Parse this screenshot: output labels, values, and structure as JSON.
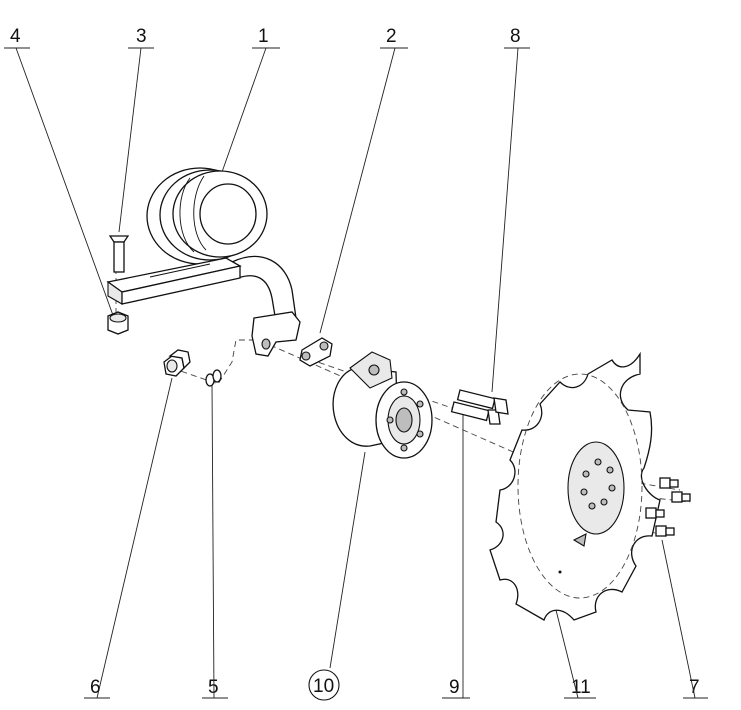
{
  "callouts": [
    {
      "id": "c1",
      "label": "1"
    },
    {
      "id": "c2",
      "label": "2"
    },
    {
      "id": "c3",
      "label": "3"
    },
    {
      "id": "c4",
      "label": "4"
    },
    {
      "id": "c5",
      "label": "5"
    },
    {
      "id": "c6",
      "label": "6"
    },
    {
      "id": "c7",
      "label": "7"
    },
    {
      "id": "c8",
      "label": "8"
    },
    {
      "id": "c9",
      "label": "9"
    },
    {
      "id": "c10",
      "label": "10",
      "circled": true
    },
    {
      "id": "c11",
      "label": "11"
    }
  ]
}
